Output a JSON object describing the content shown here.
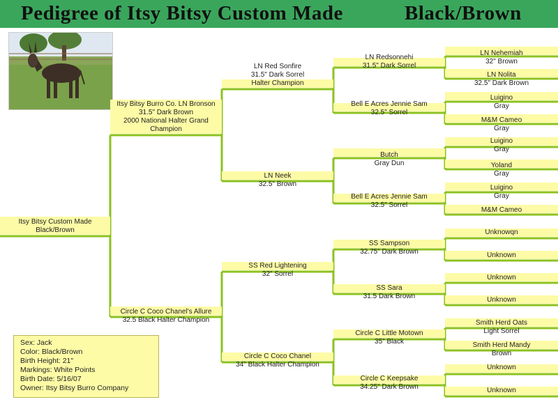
{
  "header": {
    "title": "Pedigree of Itsy Bitsy Custom Made",
    "color": "Black/Brown"
  },
  "colors": {
    "banner": "#3aa65c",
    "line": "#8cc21f",
    "box": "#fdfba6"
  },
  "subject": {
    "name": "Itsy Bitsy Custom Made",
    "color": "Black/Brown"
  },
  "gen1": {
    "sire": {
      "name": "Itsy Bitsy Burro Co. LN Bronson",
      "line2": "31.5\" Dark Brown",
      "line3": "2000 National Halter Grand",
      "line4": "Champion"
    },
    "dam": {
      "name": "Circle C Coco Chanel's Allure",
      "line2": "32.5 Black Halter Champion"
    }
  },
  "gen2": {
    "ss": {
      "name": "LN Red Sonfire",
      "line2": "31.5\" Dark Sorrel",
      "line3": "Halter Champion"
    },
    "sd": {
      "name": "LN Neek",
      "line2": "32.5\" Brown"
    },
    "ds": {
      "name": "SS Red Lightening",
      "line2": "32\" Sorrel"
    },
    "dd": {
      "name": "Circle C Coco Chanel",
      "line2": "34\" Black Halter Champion"
    }
  },
  "gen3": {
    "sss": {
      "name": "LN Redsonnehi",
      "line2": "31.5\" Dark Sorrel"
    },
    "ssd": {
      "name": "Bell E Acres Jennie Sam",
      "line2": "32.5\" Sorrel"
    },
    "sds": {
      "name": "Butch",
      "line2": "Gray Dun"
    },
    "sdd": {
      "name": "Bell E Acres Jennie Sam",
      "line2": "32.5\" Sorrel"
    },
    "dss": {
      "name": "SS Sampson",
      "line2": "32.75\" Dark Brown"
    },
    "dsd": {
      "name": "SS Sara",
      "line2": "31.5 Dark Brown"
    },
    "dds": {
      "name": "Circle C Little Motown",
      "line2": "35\" Black"
    },
    "ddd": {
      "name": "Circle C Keepsake",
      "line2": "34.25\" Dark Brown"
    }
  },
  "gen4": {
    "a1": {
      "name": "LN Nehemiah",
      "line2": "32\" Brown"
    },
    "a2": {
      "name": "LN Nolita",
      "line2": "32.5\" Dark Brown"
    },
    "a3": {
      "name": "Luigino",
      "line2": "Gray"
    },
    "a4": {
      "name": "M&M Cameo",
      "line2": "Gray"
    },
    "a5": {
      "name": "Luigino",
      "line2": "Gray"
    },
    "a6": {
      "name": "Yoland",
      "line2": "Gray"
    },
    "a7": {
      "name": "Luigino",
      "line2": "Gray"
    },
    "a8": {
      "name": "M&M Cameo"
    },
    "b1": {
      "name": "Unknowqn"
    },
    "b2": {
      "name": "Unknown"
    },
    "b3": {
      "name": "Unknown"
    },
    "b4": {
      "name": "Unknown"
    },
    "b5": {
      "name": "Smith Herd Oats",
      "line2": "Light Sorrel"
    },
    "b6": {
      "name": "Smith Herd Mandy",
      "line2": "Brown"
    },
    "b7": {
      "name": "Unknown"
    },
    "b8": {
      "name": "Unknown"
    }
  },
  "info": {
    "sex": "Sex:  Jack",
    "color": "Color:  Black/Brown",
    "height": "Birth Height:  21\"",
    "markings": "Markings:  White Points",
    "birth_date": "Birth Date:  5/16/07",
    "owner": "Owner:  Itsy Bitsy Burro Company"
  }
}
